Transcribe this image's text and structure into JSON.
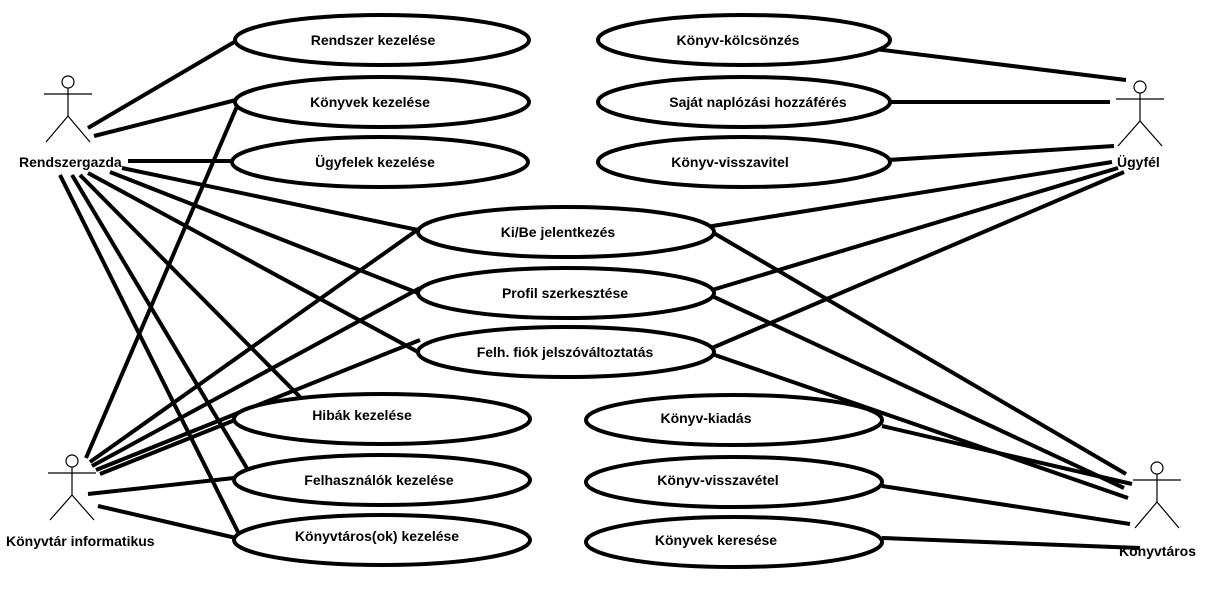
{
  "actors": {
    "rendszergazda": {
      "label": "Rendszergazda"
    },
    "ugyfel": {
      "label": "Ügyfél"
    },
    "informatikus": {
      "label": "Könyvtár informatikus"
    },
    "konyvtaros": {
      "label": "Könyvtáros"
    }
  },
  "use_cases": {
    "rendszer_kezelese": "Rendszer kezelése",
    "konyvek_kezelese": "Könyvek kezelése",
    "ugyfelek_kezelese": "Ügyfelek kezelése",
    "konyv_kolcsonzes": "Könyv-kölcsönzés",
    "sajat_naplozasi": "Saját naplózási hozzáférés",
    "konyv_visszavitel": "Könyv-visszavitel",
    "ki_be_jelentkezes": "Ki/Be jelentkezés",
    "profil_szerkesztese": "Profil szerkesztése",
    "jelszovaltoztatas": "Felh. fiók jelszóváltoztatás",
    "hibak_kezelese": "Hibák kezelése",
    "felhasznalok_kezelese": "Felhasználók kezelése",
    "konyvtarosok_kezelese": "Könyvtáros(ok) kezelése",
    "konyv_kiadas": "Könyv-kiadás",
    "konyv_visszavetel": "Könyv-visszavétel",
    "konyvek_keresese": "Könyvek keresése"
  }
}
